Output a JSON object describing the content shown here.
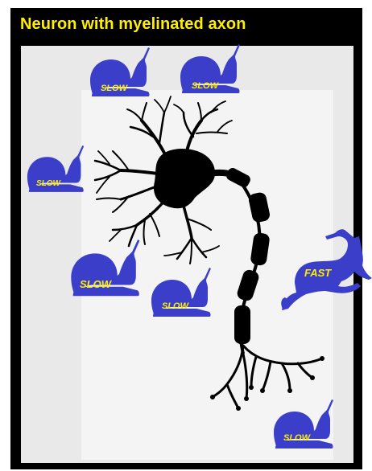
{
  "title": "Neuron with myelinated axon",
  "labels": {
    "slow": "SLOW",
    "fast": "FAST"
  },
  "colors": {
    "background": "#000000",
    "title_text": "#ffee00",
    "panel": "#e9e9e9",
    "animal": "#3a3ec9",
    "animal_text": "#ffee00",
    "neuron": "#000000"
  }
}
